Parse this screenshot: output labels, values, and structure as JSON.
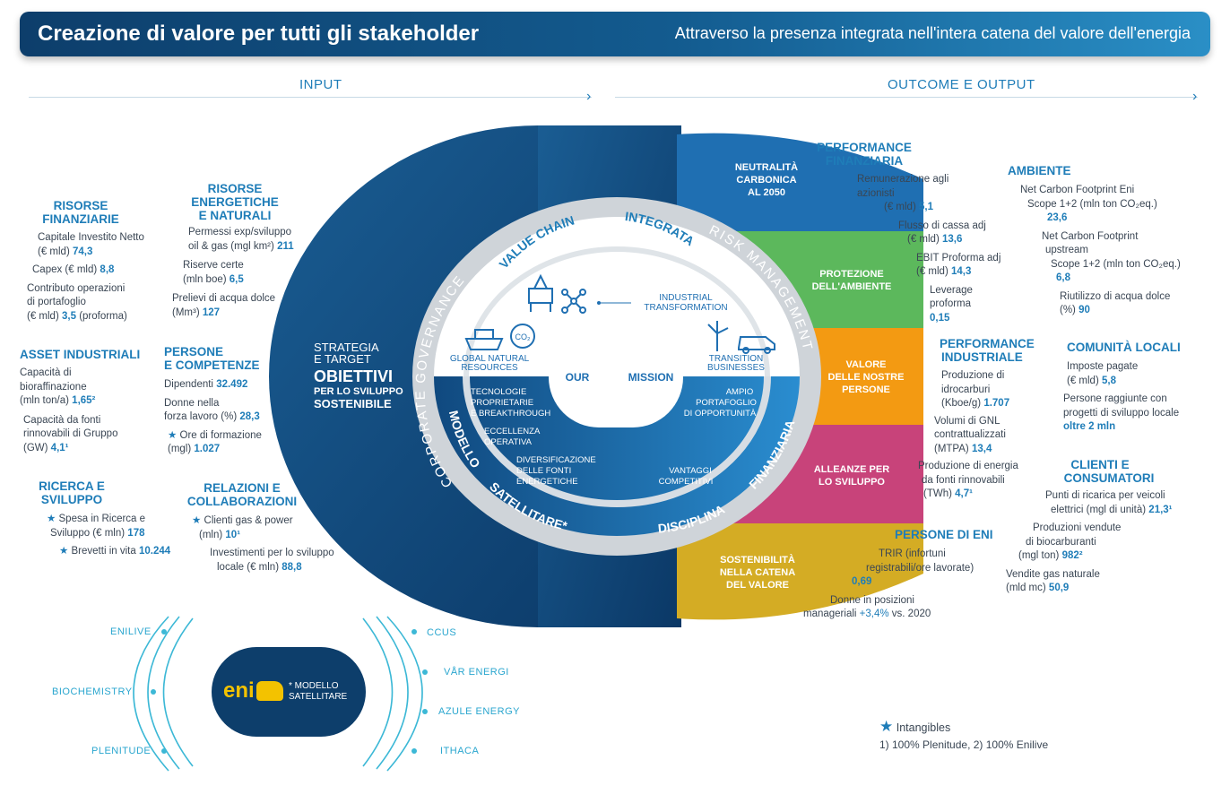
{
  "header": {
    "title": "Creazione di valore per tutti gli stakeholder",
    "subtitle": "Attraverso la presenza integrata nell'intera catena del valore dell'energia"
  },
  "sections": {
    "input": "INPUT",
    "output": "OUTCOME E OUTPUT"
  },
  "inputs": {
    "risorse_finanziarie": {
      "title1": "RISORSE",
      "title2": "FINANZIARIE",
      "l1": "Capitale Investito Netto",
      "l1b": "(€ mld)",
      "v1": "74,3",
      "l2": "Capex (€ mld)",
      "v2": "8,8",
      "l3": "Contributo operazioni",
      "l3b": "di portafoglio",
      "l3c": "(€ mld)",
      "v3": "3,5",
      "l3d": "(proforma)"
    },
    "risorse_energetiche": {
      "title1": "RISORSE",
      "title2": "ENERGETICHE",
      "title3": "E NATURALI",
      "l1": "Permessi exp/sviluppo",
      "l1b": "oil & gas (mgl km²)",
      "v1": "211",
      "l2": "Riserve certe",
      "l2b": "(mln boe)",
      "v2": "6,5",
      "l3": "Prelievi di acqua dolce",
      "l3b": "(Mm³)",
      "v3": "127"
    },
    "asset_industriali": {
      "title": "ASSET INDUSTRIALI",
      "l1": "Capacità di",
      "l1b": "bioraffinazione",
      "l1c": "(mln ton/a)",
      "v1": "1,65²",
      "l2": "Capacità da fonti",
      "l2b": "rinnovabili di Gruppo",
      "l2c": "(GW)",
      "v2": "4,1¹"
    },
    "persone_competenze": {
      "title1": "PERSONE",
      "title2": "E COMPETENZE",
      "l1": "Dipendenti",
      "v1": "32.492",
      "l2": "Donne nella",
      "l2b": "forza lavoro (%)",
      "v2": "28,3",
      "l3": "Ore di formazione",
      "l3b": "(mgl)",
      "v3": "1.027"
    },
    "ricerca_sviluppo": {
      "title1": "RICERCA E",
      "title2": "SVILUPPO",
      "l1": "Spesa in Ricerca e",
      "l1b": "Sviluppo (€ mln)",
      "v1": "178",
      "l2": "Brevetti in vita",
      "v2": "10.244"
    },
    "relazioni": {
      "title1": "RELAZIONI E",
      "title2": "COLLABORAZIONI",
      "l1": "Clienti gas & power",
      "l1b": "(mln)",
      "v1": "10¹",
      "l2": "Investimenti per lo sviluppo",
      "l2b": "locale (€ mln)",
      "v2": "88,8"
    }
  },
  "diagram": {
    "strategia1": "STRATEGIA",
    "strategia2": "E TARGET",
    "obiettivi1": "OBIETTIVI",
    "obiettivi2": "PER LO SVILUPPO",
    "obiettivi3": "SOSTENIBILE",
    "ring_corporate": "CORPORATE GOVERNANCE",
    "ring_risk": "RISK MANAGEMENT",
    "value_chain": "VALUE CHAIN",
    "integrata": "INTEGRATA",
    "modello": "MODELLO",
    "satellitare": "SATELLITARE*",
    "disciplina": "DISCIPLINA",
    "finanziaria": "FINANZIARIA",
    "our": "OUR",
    "mission": "MISSION",
    "industrial1": "INDUSTRIAL",
    "industrial2": "TRANSFORMATION",
    "global1": "GLOBAL NATURAL",
    "global2": "RESOURCES",
    "transition1": "TRANSITION",
    "transition2": "BUSINESSES",
    "co2": "CO₂",
    "tecnologie1": "TECNOLOGIE",
    "tecnologie2": "PROPRIETARIE",
    "tecnologie3": "E BREAKTHROUGH",
    "eccellenza1": "ECCELLENZA",
    "eccellenza2": "OPERATIVA",
    "diversificazione1": "DIVERSIFICAZIONE",
    "diversificazione2": "DELLE FONTI",
    "diversificazione3": "ENERGETICHE",
    "ampio1": "AMPIO",
    "ampio2": "PORTAFOGLIO",
    "ampio3": "DI OPPORTUNITÀ",
    "vantaggi1": "VANTAGGI",
    "vantaggi2": "COMPETITIVI",
    "segments": [
      {
        "l1": "NEUTRALITÀ",
        "l2": "CARBONICA",
        "l3": "AL 2050",
        "color": "#1f6fb2"
      },
      {
        "l1": "PROTEZIONE",
        "l2": "DELL'AMBIENTE",
        "l3": "",
        "color": "#5cb85c"
      },
      {
        "l1": "VALORE",
        "l2": "DELLE NOSTRE",
        "l3": "PERSONE",
        "color": "#f39a12"
      },
      {
        "l1": "ALLEANZE PER",
        "l2": "LO SVILUPPO",
        "l3": "",
        "color": "#c8437a"
      },
      {
        "l1": "SOSTENIBILITÀ",
        "l2": "NELLA CATENA",
        "l3": "DEL VALORE",
        "color": "#d4ac24"
      }
    ]
  },
  "outputs": {
    "performance_finanziaria": {
      "title1": "PERFORMANCE",
      "title2": "FINANZIARIA",
      "l1": "Remunerazione agli",
      "l1b": "azionisti",
      "l1c": "(€ mld)",
      "v1": "5,1",
      "l2": "Flusso di cassa adj",
      "l2b": "(€ mld)",
      "v2": "13,6",
      "l3": "EBIT Proforma adj",
      "l3b": "(€ mld)",
      "v3": "14,3",
      "l4": "Leverage proforma",
      "v4": "0,15"
    },
    "ambiente": {
      "title": "AMBIENTE",
      "l1": "Net Carbon Footprint Eni",
      "l1b": "Scope 1+2 (mln ton CO₂eq.)",
      "v1": "23,6",
      "l2": "Net Carbon Footprint",
      "l2b": "upstream",
      "l2c": "Scope 1+2 (mln ton CO₂eq.)",
      "v2": "6,8",
      "l3": "Riutilizzo di acqua dolce",
      "l3b": "(%)",
      "v3": "90"
    },
    "performance_industriale": {
      "title1": "PERFORMANCE",
      "title2": "INDUSTRIALE",
      "l1": "Produzione di",
      "l1b": "idrocarburi",
      "l1c": "(Kboe/g)",
      "v1": "1.707",
      "l2": "Volumi di GNL",
      "l2b": "contrattualizzati",
      "l2c": "(MTPA)",
      "v2": "13,4",
      "l3": "Produzione di energia",
      "l3b": "da fonti rinnovabili",
      "l3c": "(TWh)",
      "v3": "4,7¹"
    },
    "comunita_locali": {
      "title": "COMUNITÀ LOCALI",
      "l1": "Imposte pagate",
      "l1b": "(€ mld)",
      "v1": "5,8",
      "l2": "Persone raggiunte con",
      "l2b": "progetti di sviluppo locale",
      "v2": "oltre 2 mln"
    },
    "clienti": {
      "title1": "CLIENTI E",
      "title2": "CONSUMATORI",
      "l1": "Punti di ricarica per veicoli",
      "l1b": "elettrici (mgl di unità)",
      "v1": "21,3¹",
      "l2": "Produzioni vendute",
      "l2b": "di biocarburanti",
      "l2c": "(mgl ton)",
      "v2": "982²",
      "l3": "Vendite gas naturale",
      "l3b": "(mld mc)",
      "v3": "50,9"
    },
    "persone_eni": {
      "title": "PERSONE DI ENI",
      "l1": "TRIR (infortuni",
      "l1b": "registrabili/ore lavorate)",
      "v1": "0,69",
      "l2": "Donne in posizioni",
      "l2b": "manageriali",
      "v2": "+3,4%",
      "l2c": "vs. 2020"
    }
  },
  "satellite": {
    "left": [
      "ENILIVE",
      "BIOCHEMISTRY",
      "PLENITUDE"
    ],
    "right": [
      "CCUS",
      "VÅR ENERGI",
      "AZULE ENERGY",
      "ITHACA"
    ],
    "logo": "eni",
    "note1": "* MODELLO",
    "note2": "SATELLITARE"
  },
  "legend": {
    "intangibles": "Intangibles",
    "footnote": "1) 100% Plenitude, 2) 100% Enilive"
  },
  "colors": {
    "primary_blue": "#1f7db8",
    "dark_blue": "#0d3e6b",
    "eni_yellow": "#f3c200"
  }
}
